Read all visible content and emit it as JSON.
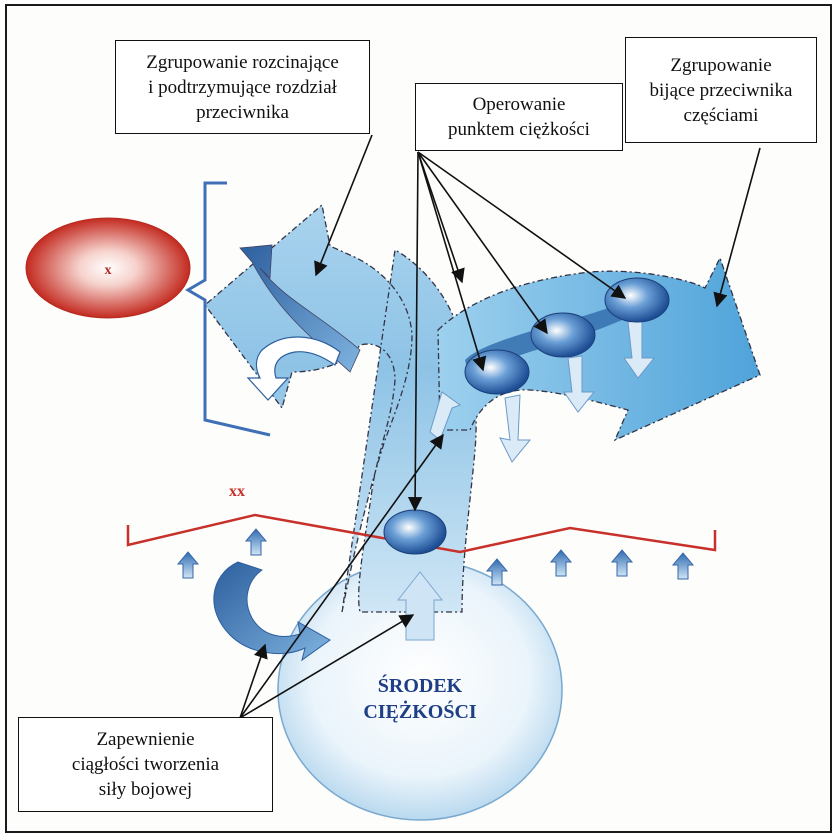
{
  "labels": {
    "split_group": [
      "Zgrupowanie rozcinające",
      "i podtrzymujące rozdział",
      "przeciwnika"
    ],
    "center_op": [
      "Operowanie",
      "punktem ciężkości"
    ],
    "right_group": [
      "Zgrupowanie",
      "bijące przeciwnika",
      "częściami"
    ],
    "continuity": [
      "Zapewnienie",
      "ciągłości tworzenia",
      "siły bojowej"
    ]
  },
  "markers": {
    "enemy_x": "x",
    "enemy_xx": "xx"
  },
  "center": {
    "line1": "ŚRODEK",
    "line2": "CIĘŻKOŚCI"
  },
  "colors": {
    "enemy_red": "#c8302a",
    "arrow_light": "#9ccbe8",
    "arrow_dark": "#3d78b4",
    "center_text": "#1e3f86"
  }
}
